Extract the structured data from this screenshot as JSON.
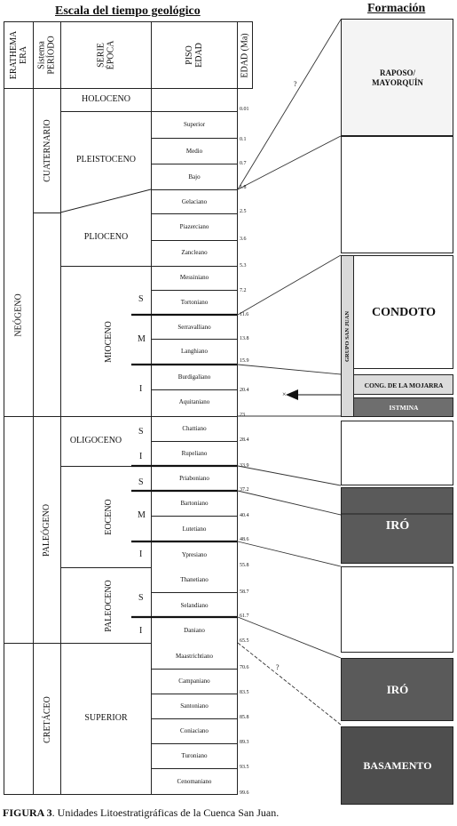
{
  "title": "Escala del tiempo geológico",
  "formation_title": "Formación",
  "headers": {
    "erathema": "ERATHEMA\nERA",
    "sistema": "Sistema\nPERÍODO",
    "serie": "SERIE\nÉPOCA",
    "piso": "PISO\nEDAD",
    "edad": "EDAD (Ma)"
  },
  "eras": [
    "NEÓGENO",
    "PALEÓGENO",
    "CRETÁCEO"
  ],
  "periods": [
    "CUATERNARIO"
  ],
  "series": [
    "HOLOCENO",
    "PLEISTOCENO",
    "PLIOCENO",
    "MIOCENO",
    "OLIGOCENO",
    "EOCENO",
    "PALEOCENO",
    "SUPERIOR"
  ],
  "subdivisions": {
    "mioceno": [
      "S",
      "M",
      "I"
    ],
    "oligoceno": [
      "S",
      "I"
    ],
    "eoceno": [
      "S",
      "M",
      "I"
    ],
    "paleoceno": [
      "S",
      "I"
    ]
  },
  "stages": [
    "Superior",
    "Medio",
    "Bajo",
    "Gelaciano",
    "Piazerciano",
    "Zancleano",
    "Messiniano",
    "Tortoniano",
    "Serravalliano",
    "Langhiano",
    "Burdigaliano",
    "Aquitaniano",
    "Chattiano",
    "Rupeliano",
    "Priaboniano",
    "Bartoniano",
    "Lutetiano",
    "Ypresiano",
    "Thanetiano",
    "Selandiano",
    "Daniano",
    "Maastrichtiano",
    "Campaniano",
    "Santoniano",
    "Coniaciano",
    "Turoniano",
    "Cenomaniano"
  ],
  "ages": [
    "0.01",
    "0.1",
    "0.7",
    "1.8",
    "2.5",
    "3.6",
    "5.3",
    "7.2",
    "11.6",
    "13.8",
    "15.9",
    "20.4",
    "23",
    "28.4",
    "33.9",
    "37.2",
    "40.4",
    "48.6",
    "55.8",
    "58.7",
    "61.7",
    "65.5",
    "70.6",
    "83.5",
    "85.8",
    "89.3",
    "93.5",
    "99.6"
  ],
  "formations": {
    "raposo": "RAPOSO/\nMAYORQUÍN",
    "grupo": "GRUPO SAN JUAN",
    "condoto": "CONDOTO",
    "mojarra": "CONG. DE LA MOJARRA",
    "istmina": "ISTMINA",
    "iro1": "IRÓ",
    "iro2": "IRÓ",
    "basamento": "BASAMENTO"
  },
  "question_marks": [
    "?",
    "?"
  ],
  "small_mark": "×",
  "colors": {
    "raposo": "#f4f4f4",
    "grupo": "#d9d9d9",
    "mojarra": "#dcdcdc",
    "istmina": "#6e6e6e",
    "iro": "#5a5a5a",
    "basamento": "#4e4e4e",
    "line": "#222222"
  },
  "caption": {
    "label": "FIGURA 3",
    "text": ". Unidades Litoestratigráficas  de la Cuenca San Juan."
  }
}
